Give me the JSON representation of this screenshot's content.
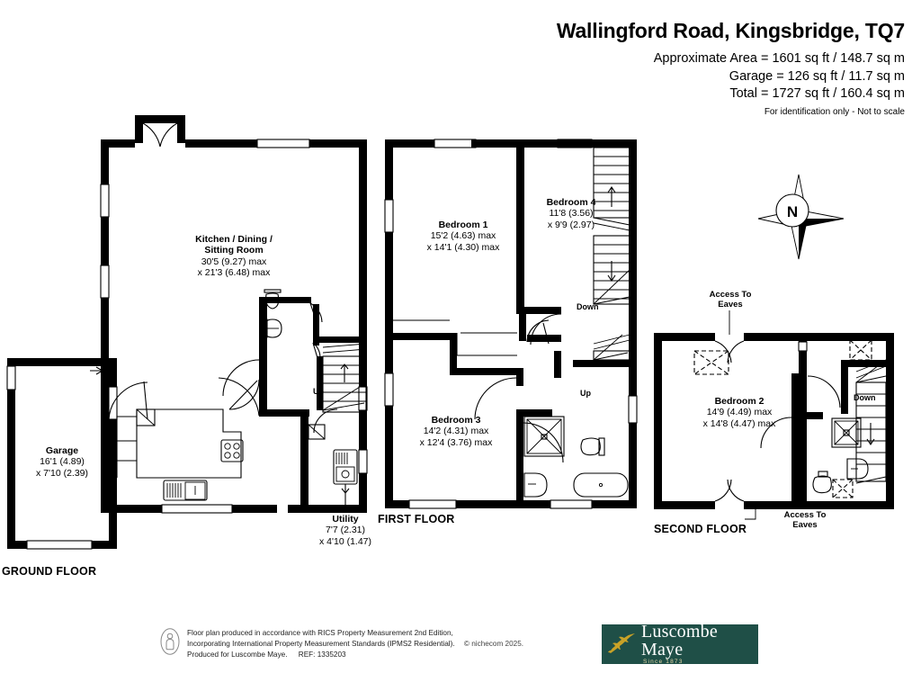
{
  "header": {
    "title": "Wallingford Road, Kingsbridge, TQ7",
    "approx_area": "Approximate Area = 1601 sq ft / 148.7 sq m",
    "garage_area": "Garage = 126 sq ft / 11.7 sq m",
    "total_area": "Total = 1727 sq ft / 160.4 sq m",
    "disclaimer": "For identification only - Not to scale"
  },
  "compass": {
    "north_label": "N"
  },
  "floors": {
    "ground": "GROUND FLOOR",
    "first": "FIRST FLOOR",
    "second": "SECOND FLOOR"
  },
  "rooms": {
    "kitchen": {
      "name_line1": "Kitchen / Dining /",
      "name_line2": "Sitting Room",
      "dim1": "30'5 (9.27) max",
      "dim2": "x 21'3 (6.48) max"
    },
    "garage": {
      "name": "Garage",
      "dim1": "16'1 (4.89)",
      "dim2": "x 7'10 (2.39)"
    },
    "utility": {
      "name": "Utility",
      "dim1": "7'7 (2.31)",
      "dim2": "x 4'10 (1.47)"
    },
    "bedroom1": {
      "name": "Bedroom 1",
      "dim1": "15'2 (4.63) max",
      "dim2": "x 14'1 (4.30) max"
    },
    "bedroom4": {
      "name": "Bedroom 4",
      "dim1": "11'8 (3.56)",
      "dim2": "x 9'9 (2.97)"
    },
    "bedroom3": {
      "name": "Bedroom 3",
      "dim1": "14'2 (4.31) max",
      "dim2": "x 12'4 (3.76)  max"
    },
    "bedroom2": {
      "name": "Bedroom 2",
      "dim1": "14'9 (4.49) max",
      "dim2": "x 14'8 (4.47) max"
    }
  },
  "annotations": {
    "eaves_top_line1": "Access To",
    "eaves_top_line2": "Eaves",
    "eaves_bottom_line1": "Access To",
    "eaves_bottom_line2": "Eaves",
    "stair_up_ground": "Up",
    "stair_up_first": "Up",
    "stair_down_first": "Down",
    "stair_down_second": "Down"
  },
  "footer": {
    "line1": "Floor plan produced in accordance with RICS Property Measurement 2nd Edition,",
    "line2": "Incorporating International Property Measurement Standards (IPMS2 Residential).",
    "copyright": "© nichecom 2025.",
    "line3": "Produced for Luscombe Maye.",
    "reference": "REF: 1335203"
  },
  "logo": {
    "name": "Luscombe Maye",
    "since": "Since 1873",
    "bg_color": "#1f4f47",
    "leaf_color": "#c9a227"
  }
}
